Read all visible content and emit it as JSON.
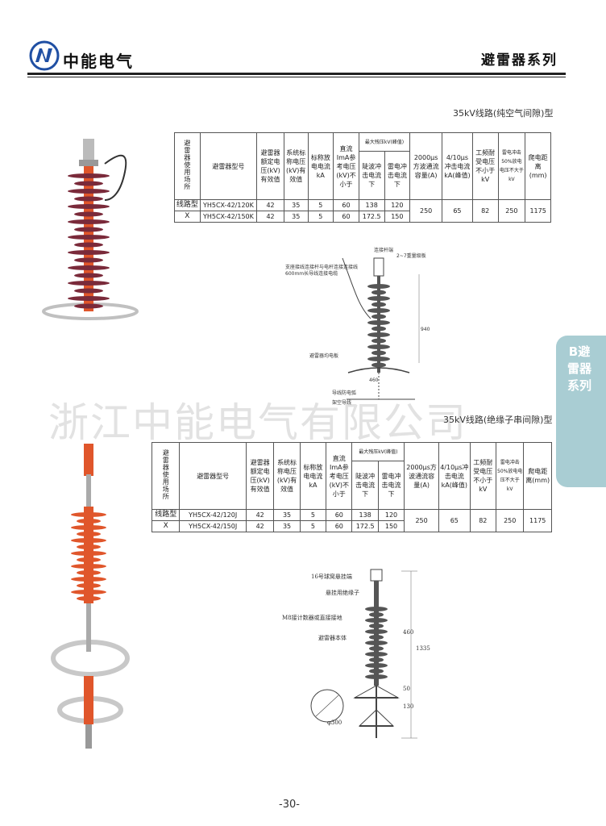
{
  "header": {
    "logo_text": "N",
    "brand": "中能电气",
    "series_title": "避雷器系列"
  },
  "side_tab": {
    "label": "B避雷器系列",
    "color": "#a9cdd3"
  },
  "watermark": "浙江中能电气有限公司",
  "section1": {
    "subtitle": "35kV线路(纯空气间隙)型",
    "table": {
      "col_usage": "避雷器使用场所",
      "col_model": "避雷器型号",
      "col_rated": "避雷器额定电压(kV)有效值",
      "col_system": "系统标称电压(kV)有效值",
      "col_nominal": "标称放电电流kA",
      "col_dc": "直流ImA参考电压(kV)不小于",
      "col_residual_group": "最大残压kV(峰值)",
      "col_steep": "陡波冲击电流下",
      "col_lightning": "雷电冲击电流下",
      "col_2000": "2000μs方波通流容量(A)",
      "col_4_10": "4/10μs冲击电流kA(峰值)",
      "col_pf": "工频耐受电压不小于kV",
      "col_lightning50": "雷电冲击50%放电电压不大于kV",
      "col_creepage": "爬电距离(mm)",
      "usage_line1": "线路型",
      "usage_line2": "X",
      "rows": [
        {
          "model": "YH5CX-42/120K",
          "rated": "42",
          "system": "35",
          "nominal": "5",
          "dc": "60",
          "steep": "138",
          "lightning": "120"
        },
        {
          "model": "YH5CX-42/150K",
          "rated": "42",
          "system": "35",
          "nominal": "5",
          "dc": "60",
          "steep": "172.5",
          "lightning": "150"
        }
      ],
      "shared": {
        "square": "250",
        "impulse": "65",
        "pf": "82",
        "l50": "250",
        "creepage": "1175"
      }
    },
    "drawing": {
      "label_connector": "连接杆端",
      "label_tube": "2~7重量级板",
      "label_wire": "支座接线连接杆与电杆连接连接线",
      "label_wire2": "600mm长导线连接电缆",
      "label_arrester": "避雷器均电板",
      "label_gap": "导线防电弧",
      "label_line": "架空导线",
      "dim1": "460",
      "dim2": "940"
    }
  },
  "section2": {
    "subtitle": "35kV线路(绝缘子串间隙)型",
    "table": {
      "col_usage": "避雷器使用场所",
      "col_model": "避雷器型号",
      "col_rated": "避雷器额定电压(kV)有效值",
      "col_system": "系统标称电压(kV)有效值",
      "col_nominal": "标称放电电流kA",
      "col_dc": "直流ImA参考电压(kV)不小于",
      "col_residual_group": "最大残压kV(峰值)",
      "col_steep": "陡波冲击电流下",
      "col_lightning": "雷电冲击电流下",
      "col_2000": "2000μs方波通流容量(A)",
      "col_4_10": "4/10μs冲击电流kA(峰值)",
      "col_pf": "工频耐受电压不小于kV",
      "col_lightning50": "雷电冲击50%放电电压不大于kV",
      "col_creepage": "爬电距离(mm)",
      "usage_line1": "线路型",
      "usage_line2": "X",
      "rows": [
        {
          "model": "YH5CX-42/120J",
          "rated": "42",
          "system": "35",
          "nominal": "5",
          "dc": "60",
          "steep": "138",
          "lightning": "120"
        },
        {
          "model": "YH5CX-42/150J",
          "rated": "42",
          "system": "35",
          "nominal": "5",
          "dc": "60",
          "steep": "172.5",
          "lightning": "150"
        }
      ],
      "shared": {
        "square": "250",
        "impulse": "65",
        "pf": "82",
        "l50": "250",
        "creepage": "1175"
      }
    },
    "drawing": {
      "label_ball": "16号球窝悬挂端",
      "label_insulator": "悬挂用绝缘子",
      "label_counter": "M8接计数器或直接接地",
      "label_body": "避雷器本体",
      "dim_total": "1335",
      "dim_body": "460",
      "dim_gap1": "50",
      "dim_gap2": "130",
      "dim_ring": "φ300"
    }
  },
  "page_number": "-30-",
  "colors": {
    "arrester_orange": "#e0562b",
    "arrester_dark": "#7a2a3a",
    "tab": "#a9cdd3",
    "logo_blue": "#1f4fa3"
  }
}
